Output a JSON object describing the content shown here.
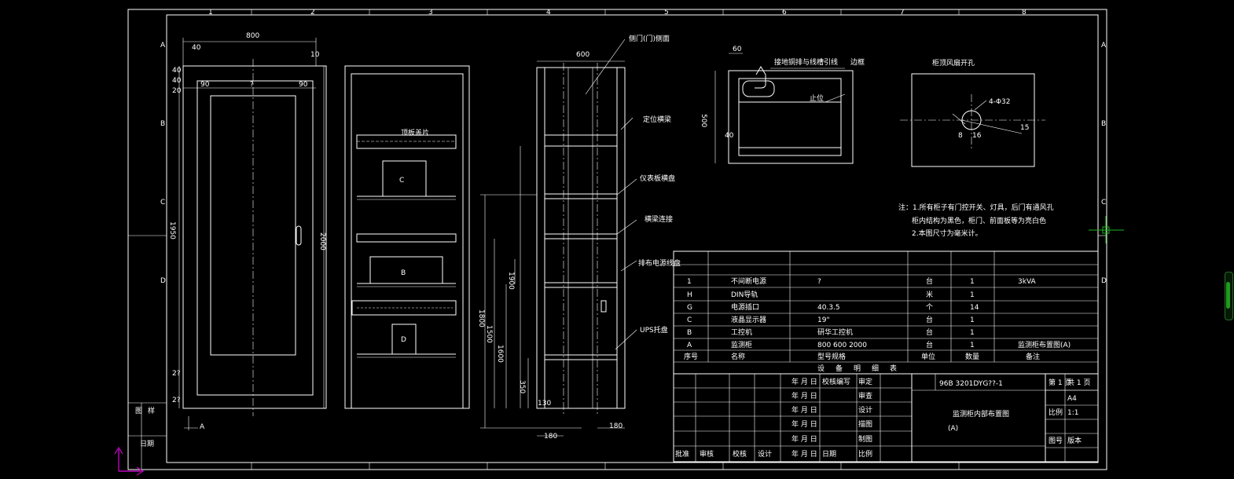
{
  "colors": {
    "background": "#000000",
    "lines": "#ffffff",
    "ucs": "#c000c0",
    "crosshair": "#1fb21f"
  },
  "front_view": {
    "width": "800",
    "side_left": "90",
    "side_center": "?",
    "side_right": "90",
    "top_a": "40",
    "top_b": "40",
    "top_c": "40",
    "top_d": "10",
    "top_e": "20",
    "height": "1950",
    "height_right": "2000",
    "bottom_a": "2?",
    "bottom_b": "2?",
    "section_mark": "A"
  },
  "internal_view": {
    "label_shelf": "顶板盖片",
    "box_c": "C",
    "box_b": "B",
    "box_d": "D"
  },
  "side_view": {
    "width": "600",
    "label_top": "侧门(门)侧面",
    "label_beam": "定位横梁",
    "label_shelf1": "仪表板横盘",
    "label_mid": "横梁连接",
    "label_strip": "排布电源线盘",
    "label_ups": "UPS托盘",
    "dim_1": "1800",
    "dim_2": "1500",
    "dim_3": "1900",
    "dim_4": "1600",
    "dim_5": "350",
    "dim_6": "130",
    "bottom_left": "180",
    "bottom_right": "180"
  },
  "top_section": {
    "dim_60": "60",
    "dim_h": "500",
    "dim_40": "40",
    "label_wire": "接地铜排与线槽引线",
    "label_edge": "边框",
    "label_stop": "止位"
  },
  "vent_detail": {
    "title": "柜顶风扇开孔",
    "d_label": "4-Φ32",
    "dim_15": "15",
    "dim_8": "8",
    "dim_16": "16"
  },
  "notes": {
    "line1": "注：1.所有柜子有门控开关、灯具，后门有通风孔",
    "line2": "柜内结构为黑色，柜门、前面板等为亮白色",
    "line3": "2.本图尺寸为毫米计。"
  },
  "bom": {
    "rows": [
      [
        "1",
        "不间断电源",
        "?",
        "台",
        "1",
        "3kVA"
      ],
      [
        "H",
        "DIN导轨",
        "",
        "米",
        "1",
        ""
      ],
      [
        "G",
        "电源插口",
        "40.3.5",
        "个",
        "14",
        ""
      ],
      [
        "C",
        "液晶显示器",
        "19\"",
        "台",
        "1",
        ""
      ],
      [
        "B",
        "工控机",
        "研华工控机",
        "台",
        "1",
        ""
      ],
      [
        "A",
        "监测柜",
        "800 600 2000",
        "台",
        "1",
        "监测柜布置图(A)"
      ]
    ],
    "header": [
      "序号",
      "名称",
      "型号规格",
      "单位",
      "数量",
      "备注"
    ],
    "title": "设备明细表"
  },
  "title_block": {
    "drawing_no": "96B 3201DYG??-1",
    "drawing_title": "监测柜内部布置图",
    "drawing_sub": "(A)",
    "sign_rows": [
      "年 月 日",
      "年 月 日",
      "年 月 日",
      "年 月 日",
      "年 月 日",
      "年 月 日"
    ],
    "sign_cols": [
      "批准",
      "审核",
      "校核",
      "设计",
      "日期"
    ],
    "mid_labels": [
      "校核编写",
      "审定",
      "审查",
      "设计",
      "描图",
      "制图",
      "比例"
    ],
    "page_info": [
      "第 1 页",
      "共 1 页",
      "比例",
      "图号"
    ],
    "right_info": [
      "A4",
      "1:1",
      "版本"
    ],
    "left_info": [
      "图",
      "样",
      "日期"
    ]
  },
  "frame": {
    "zones_top": [
      "1",
      "2",
      "3",
      "4",
      "5",
      "6",
      "7",
      "8"
    ],
    "zones_side": [
      "A",
      "B",
      "C",
      "D"
    ]
  }
}
